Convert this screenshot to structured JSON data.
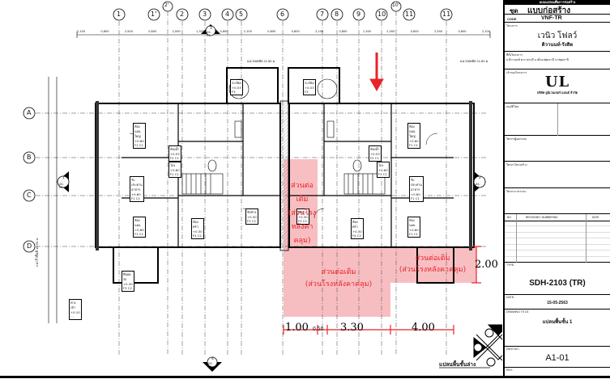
{
  "plan": {
    "grid_columns": [
      "1",
      "2'",
      "1'",
      "2",
      "3",
      "4",
      "5",
      "6",
      "7",
      "8",
      "9",
      "10'",
      "10",
      "11'",
      "11"
    ],
    "grid_rows": [
      "A",
      "B",
      "C",
      "D"
    ],
    "top_dims": [
      "2,100",
      "0,600",
      "2,500",
      "0,600",
      "2,000",
      "1,300",
      "0,800",
      "2,100",
      "0,600",
      "0,600",
      "2,100",
      "0,800",
      "1,300",
      "2,000",
      "0,600",
      "2,500",
      "0,600",
      "2,100"
    ],
    "level_note_left": "แนวรอยตัด 11.50 ม.",
    "level_note_right": "แนวรอยตัด 11.50 ม.",
    "side_label_left": "แนวรั้วพื้นที่ 15.50 ม.",
    "rooms": [
      {
        "id": "bed-l",
        "name": "ห้องนอนใหญ่",
        "code": "+0.60 F1 C1"
      },
      {
        "id": "bed-r",
        "name": "ห้องนอนใหญ่",
        "code": "+0.60 F1 C1"
      },
      {
        "id": "bath-l",
        "name": "ห้องน้ำ",
        "code": "+0.53 F2 C1"
      },
      {
        "id": "bath-r",
        "name": "ห้องน้ำ",
        "code": "+0.53 F2 C1"
      },
      {
        "id": "hall-l",
        "name": "โถง",
        "code": "+0.60 F1 C1"
      },
      {
        "id": "hall-r",
        "name": "โถง",
        "code": "+0.60 F1 C1"
      },
      {
        "id": "living-l",
        "name": "รับประทานอาหาร",
        "code": "+0.60 F1 C1"
      },
      {
        "id": "living-r",
        "name": "รับประทานอาหาร",
        "code": "+0.60 F1 C1"
      },
      {
        "id": "bed2-l",
        "name": "ห้องนอน",
        "code": "+0.60 F1 C1"
      },
      {
        "id": "bed2-r",
        "name": "ห้องนอน",
        "code": "+0.60 F1 C1"
      },
      {
        "id": "kitchen-l",
        "name": "ห้องครัว",
        "code": "+0.30 F4 C2"
      },
      {
        "id": "kitchen-r",
        "name": "ห้องครัว",
        "code": "+0.30 F4 C2"
      },
      {
        "id": "park-l",
        "name": "ที่จอดรถ",
        "code": "+0.30 F3 C2"
      },
      {
        "id": "ent-l",
        "name": "ทางเข้า",
        "code": "+0.10 - -"
      },
      {
        "id": "service-l",
        "name": "ซักล้าง",
        "code": "+0.30 F3 C2"
      },
      {
        "id": "service-r",
        "name": "ซักล้าง",
        "code": "+0.30 F3 C2"
      },
      {
        "id": "balc-l",
        "name": "ระเบียง",
        "code": "+0.53 F3"
      },
      {
        "id": "balc-r",
        "name": "ระเบียง",
        "code": "+0.53 F3"
      }
    ],
    "annotations": {
      "extension_a": "ส่วนต่อเติม",
      "extension_b": "(ส่วนโรงหลังคาคลุม)",
      "extension_b1": "(ส่วนโรง",
      "extension_b2": "หลังคา",
      "extension_b3": "คลุม)",
      "extension_right_a": "ส่วนต่อเติม",
      "extension_right_b": "(ส่วนโรงหลังคาคลุม)",
      "dim_2_00": "2.00",
      "dim_1_00": "1.00",
      "dim_0_50": "0.50",
      "dim_3_30": "3.30",
      "dim_4_00": "4.00"
    },
    "plan_title": "แปลนพื้นชั้นล่าง",
    "section_marks": [
      {
        "num": "1",
        "sheet": "A5-01"
      },
      {
        "num": "2",
        "sheet": "A5-01"
      },
      {
        "num": "3",
        "sheet": "A5-01"
      },
      {
        "num": "4",
        "sheet": "A5-01"
      }
    ],
    "accent_red": "#e8232a",
    "highlight_pink": "#f5a9ad"
  },
  "titleblock": {
    "top_header": "แบบแปลนเพื่อการก่อสร้าง",
    "set_label": "ชุด",
    "set_value": "แบบก่อสร้าง",
    "code_label": "CODE",
    "code_value": "VNF-TR",
    "project_label": "โครงการ",
    "project_name": "เวนิว โฟลว์",
    "project_sub": "ติวานนท์-รังสิต",
    "location_label": "ที่ตั้งโครงการ",
    "location_value": "ถ.ติวานนท์ ต.บางกะดี อ.เมืองปทุมธานี จ.ปทุมธานี",
    "owner_label": "เจ้าของโครงการ",
    "logo_text": "UL",
    "company_name": "บริษัท ยูนิเวนเจอร์ แลนด์ จำกัด",
    "approval_label": "อนุมัติโดย",
    "architect_label": "วิศวกรผู้ออกแบบ",
    "engineer_label": "วิศวกรโครงสร้าง",
    "inspector_label": "วิศวกรงานระบบ",
    "rev_cols": [
      "NO.",
      "REVISIONS / NUMBERING",
      "DATE"
    ],
    "type_label": "TYPE:",
    "type_value": "SDH-2103 (TR)",
    "date_label": "DATE:",
    "date_value": "15-05-2563",
    "drawing_title_label": "DRAWING TITLE:",
    "drawing_title": "แปลนพื้นชั้น 1",
    "dwg_no_label": "DWG NO.:",
    "dwg_no": "A1-01",
    "rev_label": "REV:"
  }
}
